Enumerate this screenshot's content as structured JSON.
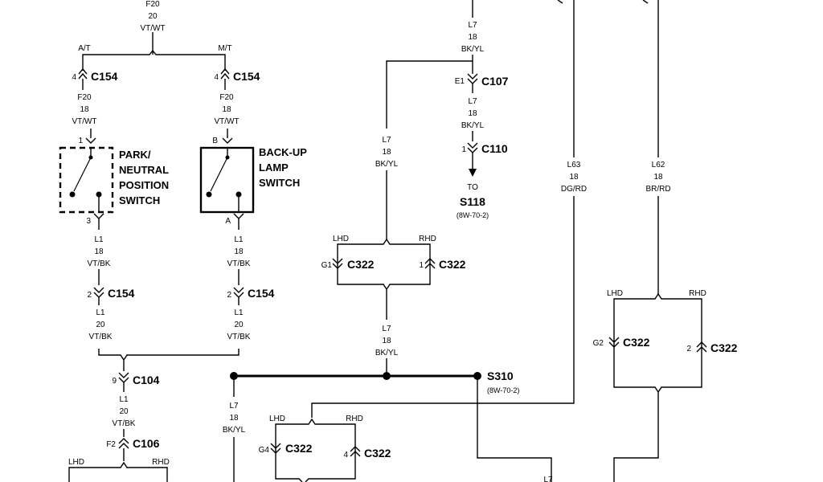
{
  "wires": {
    "f20_top": [
      "F20",
      "20",
      "VT/WT"
    ],
    "f20_left": [
      "F20",
      "18",
      "VT/WT"
    ],
    "f20_right": [
      "F20",
      "18",
      "VT/WT"
    ],
    "l1_left_a": [
      "L1",
      "18",
      "VT/BK"
    ],
    "l1_right_a": [
      "L1",
      "18",
      "VT/BK"
    ],
    "l1_left_b": [
      "L1",
      "20",
      "VT/BK"
    ],
    "l1_right_b": [
      "L1",
      "20",
      "VT/BK"
    ],
    "l1_bottom": [
      "L1",
      "20",
      "VT/BK"
    ],
    "l7_top": [
      "L7",
      "18",
      "BK/YL"
    ],
    "l7_mid": [
      "L7",
      "18",
      "BK/YL"
    ],
    "l7_branch": [
      "L7",
      "18",
      "BK/YL"
    ],
    "l7_center": [
      "L7",
      "18",
      "BK/YL"
    ],
    "l7_lower": [
      "L7",
      "18",
      "BK/YL"
    ],
    "l63": [
      "L63",
      "18",
      "DG/RD"
    ],
    "l62": [
      "L62",
      "18",
      "BR/RD"
    ]
  },
  "options": {
    "at": "A/T",
    "mt": "M/T",
    "lhd": "LHD",
    "rhd": "RHD"
  },
  "connectors": {
    "c154_a": {
      "pin": "4",
      "name": "C154"
    },
    "c154_b": {
      "pin": "4",
      "name": "C154"
    },
    "c154_c": {
      "pin": "2",
      "name": "C154"
    },
    "c154_d": {
      "pin": "2",
      "name": "C154"
    },
    "c107": {
      "pin": "E1",
      "name": "C107"
    },
    "c110": {
      "pin": "1",
      "name": "C110"
    },
    "c322_a": {
      "pin": "G1",
      "name": "C322"
    },
    "c322_b": {
      "pin": "1",
      "name": "C322"
    },
    "c322_c": {
      "pin": "G2",
      "name": "C322"
    },
    "c322_d": {
      "pin": "2",
      "name": "C322"
    },
    "c322_e": {
      "pin": "G4",
      "name": "C322"
    },
    "c322_f": {
      "pin": "4",
      "name": "C322"
    },
    "c104": {
      "pin": "9",
      "name": "C104"
    },
    "c106": {
      "pin": "F2",
      "name": "C106"
    }
  },
  "switches": {
    "park_neutral": {
      "lines": [
        "PARK/",
        "NEUTRAL",
        "POSITION",
        "SWITCH"
      ],
      "pin_top": "1",
      "pin_bottom": "3"
    },
    "backup_lamp": {
      "lines": [
        "BACK-UP",
        "LAMP",
        "SWITCH"
      ],
      "pin_top": "B",
      "pin_bottom": "A"
    }
  },
  "splices": {
    "s118": {
      "to": "TO",
      "name": "S118",
      "ref": "(8W-70-2)"
    },
    "s310": {
      "name": "S310",
      "ref": "(8W-70-2)"
    }
  },
  "partial": {
    "bottom_wire": "L7"
  }
}
